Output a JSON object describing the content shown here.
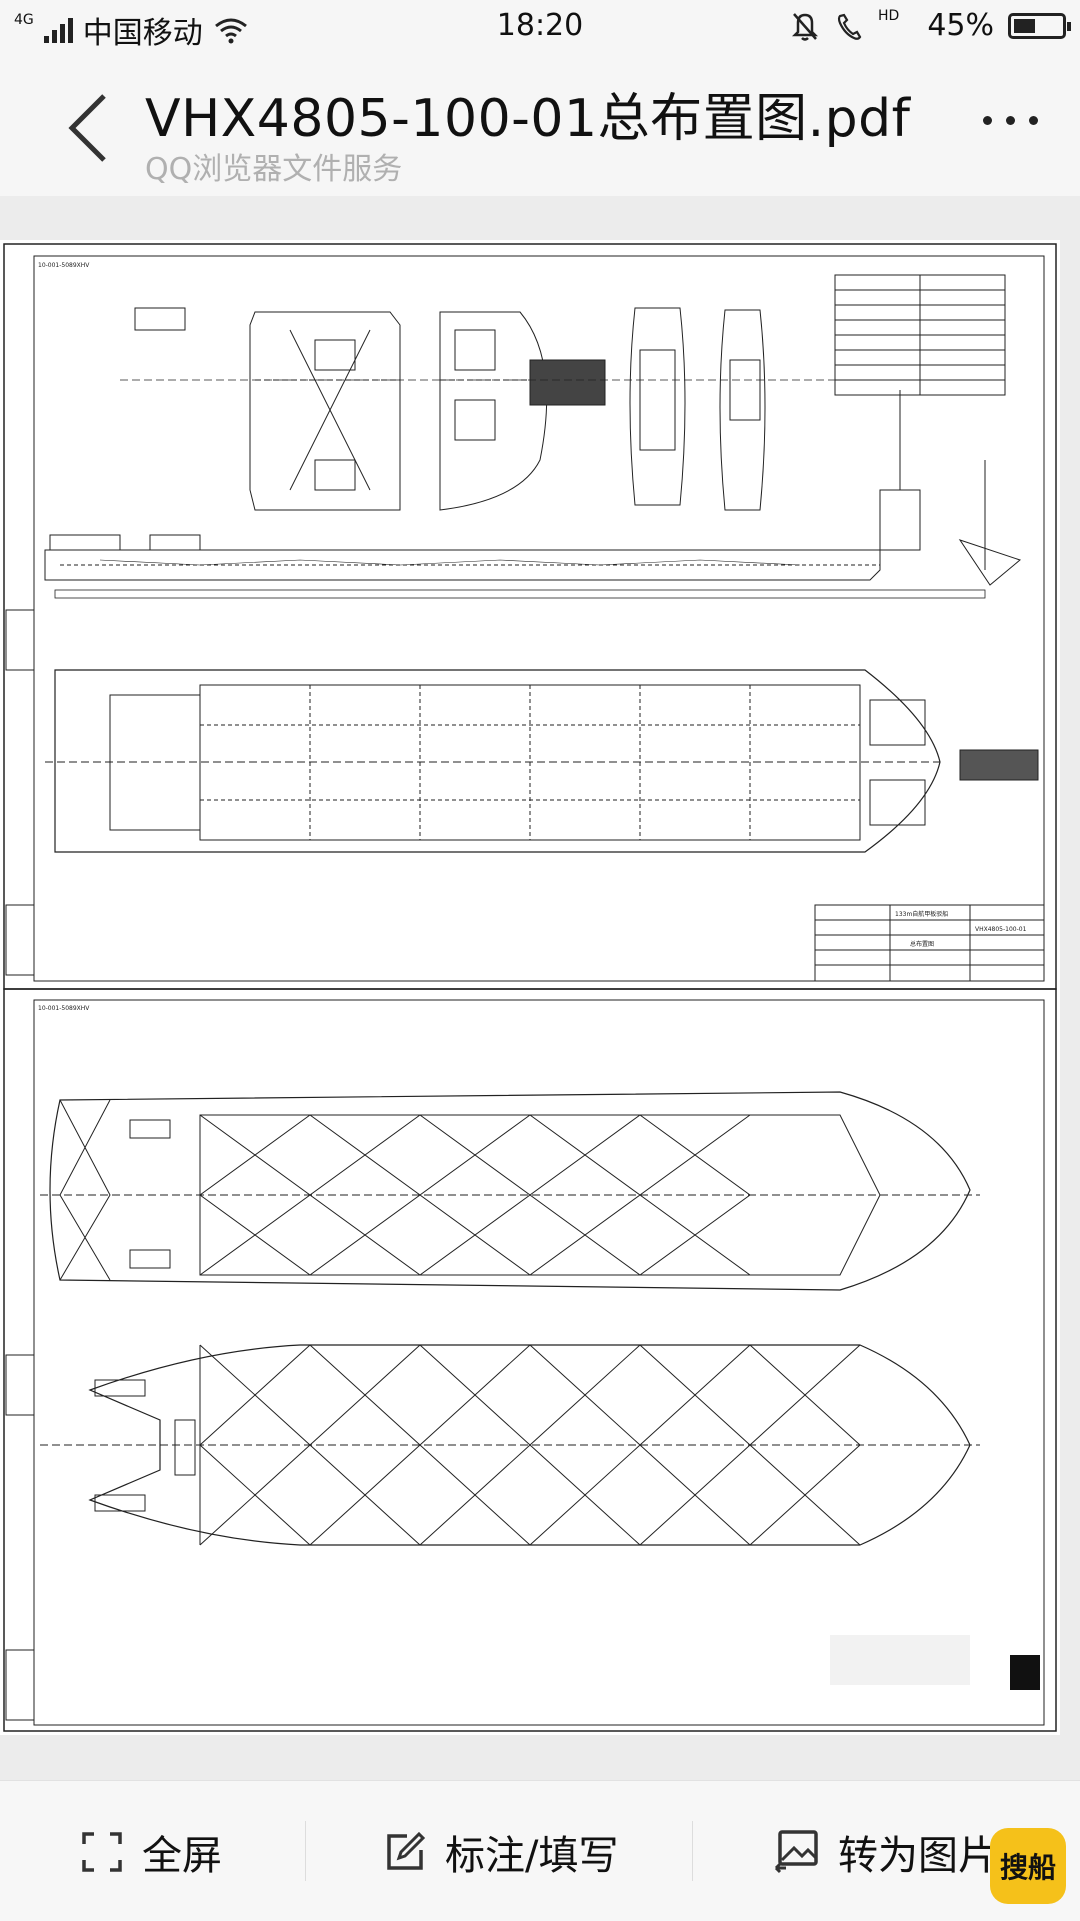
{
  "status_bar": {
    "network": "4G",
    "carrier": "中国移动",
    "time": "18:20",
    "hd": "HD",
    "battery": "45%",
    "battery_level": 0.45
  },
  "header": {
    "title": "VHX4805-100-01总布置图.pdf",
    "subtitle": "QQ浏览器文件服务"
  },
  "drawing": {
    "sheet_code_top": "10-001-5089XHV",
    "sheet_code_bottom": "10-001-5089XHV",
    "title_block_name": "133m自航甲板驳船",
    "title_block_code": "VHX4805-100-01",
    "title_block_drawing": "总布置图"
  },
  "bottom_bar": {
    "fullscreen_label": "全屏",
    "annotate_label": "标注/填写",
    "to_image_label": "转为图片",
    "badge_label": "搜船"
  }
}
